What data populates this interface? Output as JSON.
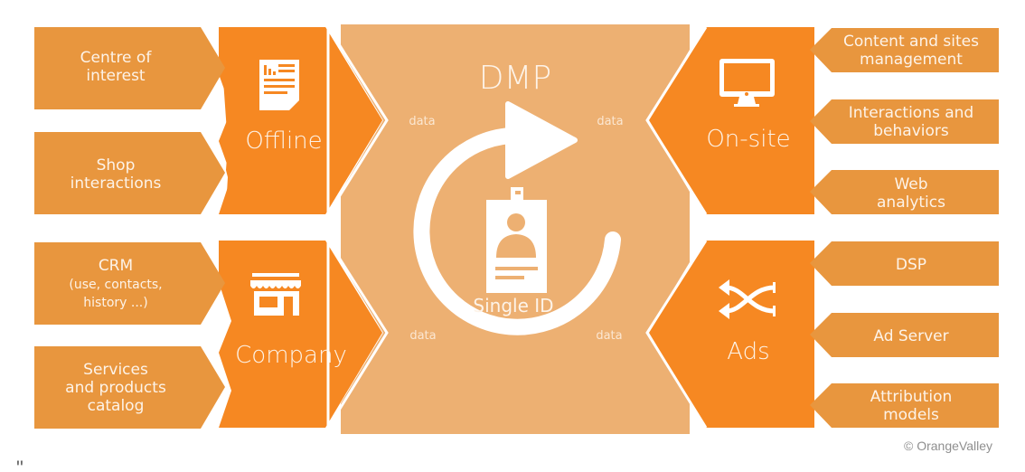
{
  "colors": {
    "small_box": "#e8963e",
    "hub": "#f68822",
    "center": "#edb072",
    "text_light": "#fdf3e8",
    "copyright": "#8f8f8f"
  },
  "center": {
    "title": "DMP",
    "data_labels": [
      "data",
      "data",
      "data",
      "data"
    ],
    "single_id_label": "Single ID",
    "icons": [
      "circular-arrow-icon",
      "id-badge-icon"
    ]
  },
  "left_hubs": [
    {
      "label": "Offline",
      "icon": "document-report-icon",
      "sources": [
        {
          "lines": [
            "Centre of",
            "interest"
          ]
        },
        {
          "lines": [
            "Shop",
            "interactions"
          ]
        }
      ]
    },
    {
      "label": "Company",
      "icon": "storefront-icon",
      "sources": [
        {
          "lines": [
            "CRM",
            "(use, contacts,",
            "history ...)"
          ]
        },
        {
          "lines": [
            "Services",
            "and products",
            "catalog"
          ]
        }
      ]
    }
  ],
  "right_hubs": [
    {
      "label": "On-site",
      "icon": "monitor-icon",
      "sources": [
        {
          "lines": [
            "Content and sites",
            "management"
          ]
        },
        {
          "lines": [
            "Interactions and",
            "behaviors"
          ]
        },
        {
          "lines": [
            "Web",
            "analytics"
          ]
        }
      ]
    },
    {
      "label": "Ads",
      "icon": "shuffle-arrows-icon",
      "sources": [
        {
          "lines": [
            "DSP"
          ]
        },
        {
          "lines": [
            "Ad Server"
          ]
        },
        {
          "lines": [
            "Attribution",
            "models"
          ]
        }
      ]
    }
  ],
  "copyright": "© OrangeValley",
  "stray_mark": "\""
}
